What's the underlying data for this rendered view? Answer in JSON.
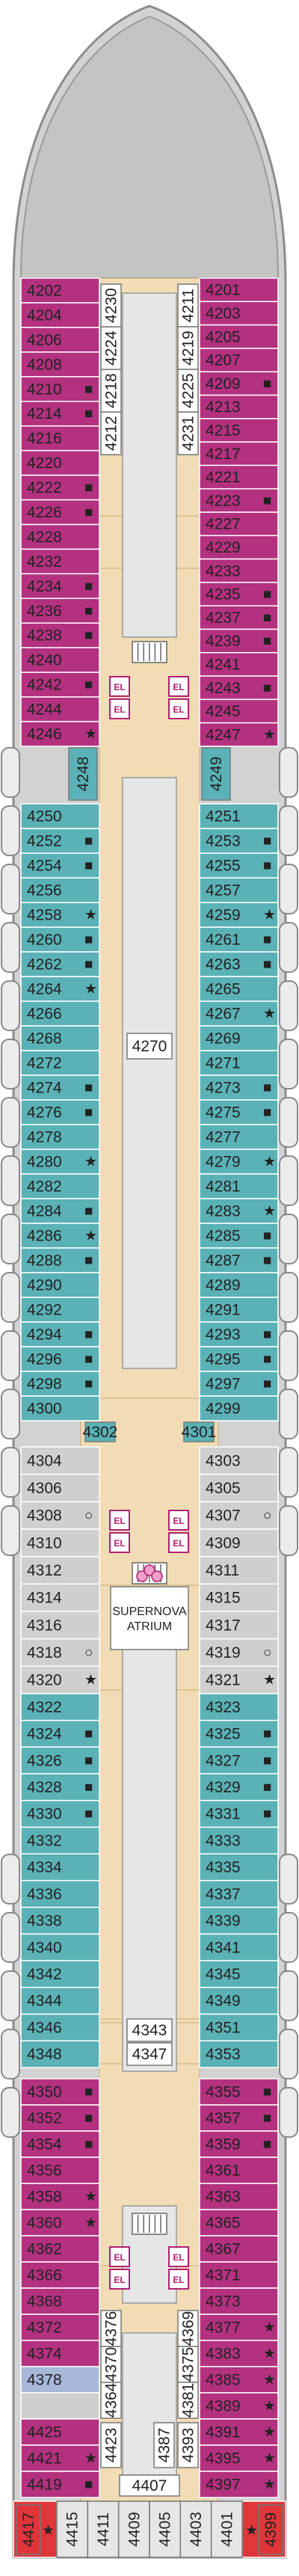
{
  "colors": {
    "purple": "#b3317f",
    "teal": "#5ab2b6",
    "gray": "#cfcfcf",
    "light_gray": "#e6e6e6",
    "blue": "#a7b8d8",
    "red": "#e0363a",
    "corridor": "#f1dcb5",
    "hull": "#d2d2d2",
    "text": "#222222"
  },
  "atrium": {
    "line1": "SUPERNOVA",
    "line2": "ATRIUM"
  },
  "elevator_label": "EL",
  "section_a": {
    "left": [
      {
        "n": "4202",
        "s": ""
      },
      {
        "n": "4204",
        "s": ""
      },
      {
        "n": "4206",
        "s": ""
      },
      {
        "n": "4208",
        "s": ""
      },
      {
        "n": "4210",
        "s": "■"
      },
      {
        "n": "4214",
        "s": "■"
      },
      {
        "n": "4216",
        "s": ""
      },
      {
        "n": "4220",
        "s": ""
      },
      {
        "n": "4222",
        "s": "■"
      },
      {
        "n": "4226",
        "s": "■"
      },
      {
        "n": "4228",
        "s": ""
      },
      {
        "n": "4232",
        "s": ""
      },
      {
        "n": "4234",
        "s": "■"
      },
      {
        "n": "4236",
        "s": "■"
      },
      {
        "n": "4238",
        "s": "■"
      },
      {
        "n": "4240",
        "s": ""
      },
      {
        "n": "4242",
        "s": "■"
      },
      {
        "n": "4244",
        "s": ""
      },
      {
        "n": "4246",
        "s": "★"
      }
    ],
    "right": [
      {
        "n": "4201",
        "s": ""
      },
      {
        "n": "4203",
        "s": ""
      },
      {
        "n": "4205",
        "s": ""
      },
      {
        "n": "4207",
        "s": ""
      },
      {
        "n": "4209",
        "s": "■"
      },
      {
        "n": "4213",
        "s": ""
      },
      {
        "n": "4215",
        "s": ""
      },
      {
        "n": "4217",
        "s": ""
      },
      {
        "n": "4221",
        "s": ""
      },
      {
        "n": "4223",
        "s": "■"
      },
      {
        "n": "4227",
        "s": ""
      },
      {
        "n": "4229",
        "s": ""
      },
      {
        "n": "4233",
        "s": ""
      },
      {
        "n": "4235",
        "s": "■"
      },
      {
        "n": "4237",
        "s": "■"
      },
      {
        "n": "4239",
        "s": "■"
      },
      {
        "n": "4241",
        "s": ""
      },
      {
        "n": "4243",
        "s": "■"
      },
      {
        "n": "4245",
        "s": ""
      },
      {
        "n": "4247",
        "s": "★"
      }
    ],
    "inner_left": [
      "4212",
      "4218",
      "4224",
      "4230"
    ],
    "inner_right": [
      "4211",
      "4219",
      "4225",
      "4231"
    ]
  },
  "section_b": {
    "top_left": "4248",
    "top_right": "4249",
    "center": "4270",
    "left": [
      {
        "n": "4250",
        "s": ""
      },
      {
        "n": "4252",
        "s": "■"
      },
      {
        "n": "4254",
        "s": "■"
      },
      {
        "n": "4256",
        "s": ""
      },
      {
        "n": "4258",
        "s": "★"
      },
      {
        "n": "4260",
        "s": "■"
      },
      {
        "n": "4262",
        "s": "■"
      },
      {
        "n": "4264",
        "s": "★"
      },
      {
        "n": "4266",
        "s": ""
      },
      {
        "n": "4268",
        "s": ""
      },
      {
        "n": "4272",
        "s": ""
      },
      {
        "n": "4274",
        "s": "■"
      },
      {
        "n": "4276",
        "s": "■"
      },
      {
        "n": "4278",
        "s": ""
      },
      {
        "n": "4280",
        "s": "★"
      },
      {
        "n": "4282",
        "s": ""
      },
      {
        "n": "4284",
        "s": "■"
      },
      {
        "n": "4286",
        "s": "★"
      },
      {
        "n": "4288",
        "s": "■"
      },
      {
        "n": "4290",
        "s": ""
      },
      {
        "n": "4292",
        "s": ""
      },
      {
        "n": "4294",
        "s": "■"
      },
      {
        "n": "4296",
        "s": "■"
      },
      {
        "n": "4298",
        "s": "■"
      },
      {
        "n": "4300",
        "s": ""
      }
    ],
    "right": [
      {
        "n": "4251",
        "s": ""
      },
      {
        "n": "4253",
        "s": "■"
      },
      {
        "n": "4255",
        "s": "■"
      },
      {
        "n": "4257",
        "s": ""
      },
      {
        "n": "4259",
        "s": "★"
      },
      {
        "n": "4261",
        "s": "■"
      },
      {
        "n": "4263",
        "s": "■"
      },
      {
        "n": "4265",
        "s": ""
      },
      {
        "n": "4267",
        "s": "★"
      },
      {
        "n": "4269",
        "s": ""
      },
      {
        "n": "4271",
        "s": ""
      },
      {
        "n": "4273",
        "s": "■"
      },
      {
        "n": "4275",
        "s": "■"
      },
      {
        "n": "4277",
        "s": ""
      },
      {
        "n": "4279",
        "s": "★"
      },
      {
        "n": "4281",
        "s": ""
      },
      {
        "n": "4283",
        "s": "★"
      },
      {
        "n": "4285",
        "s": "■"
      },
      {
        "n": "4287",
        "s": "■"
      },
      {
        "n": "4289",
        "s": ""
      },
      {
        "n": "4291",
        "s": ""
      },
      {
        "n": "4293",
        "s": "■"
      },
      {
        "n": "4295",
        "s": "■"
      },
      {
        "n": "4297",
        "s": "■"
      },
      {
        "n": "4299",
        "s": ""
      }
    ],
    "bottom_left": "4302",
    "bottom_right": "4301"
  },
  "section_c": {
    "left": [
      {
        "n": "4304",
        "s": ""
      },
      {
        "n": "4306",
        "s": ""
      },
      {
        "n": "4308",
        "s": "○"
      },
      {
        "n": "4310",
        "s": ""
      },
      {
        "n": "4312",
        "s": ""
      },
      {
        "n": "4314",
        "s": ""
      },
      {
        "n": "4316",
        "s": ""
      },
      {
        "n": "4318",
        "s": "○"
      },
      {
        "n": "4320",
        "s": "★"
      }
    ],
    "right": [
      {
        "n": "4303",
        "s": ""
      },
      {
        "n": "4305",
        "s": ""
      },
      {
        "n": "4307",
        "s": "○"
      },
      {
        "n": "4309",
        "s": ""
      },
      {
        "n": "4311",
        "s": ""
      },
      {
        "n": "4315",
        "s": ""
      },
      {
        "n": "4317",
        "s": ""
      },
      {
        "n": "4319",
        "s": "○"
      },
      {
        "n": "4321",
        "s": "★"
      }
    ]
  },
  "section_d": {
    "left": [
      {
        "n": "4322",
        "s": ""
      },
      {
        "n": "4324",
        "s": "■"
      },
      {
        "n": "4326",
        "s": "■"
      },
      {
        "n": "4328",
        "s": "■"
      },
      {
        "n": "4330",
        "s": "■"
      },
      {
        "n": "4332",
        "s": ""
      },
      {
        "n": "4334",
        "s": ""
      },
      {
        "n": "4336",
        "s": ""
      },
      {
        "n": "4338",
        "s": ""
      },
      {
        "n": "4340",
        "s": ""
      },
      {
        "n": "4342",
        "s": ""
      },
      {
        "n": "4344",
        "s": ""
      },
      {
        "n": "4346",
        "s": ""
      },
      {
        "n": "4348",
        "s": ""
      }
    ],
    "right": [
      {
        "n": "4323",
        "s": ""
      },
      {
        "n": "4325",
        "s": "■"
      },
      {
        "n": "4327",
        "s": "■"
      },
      {
        "n": "4329",
        "s": "■"
      },
      {
        "n": "4331",
        "s": "■"
      },
      {
        "n": "4333",
        "s": ""
      },
      {
        "n": "4335",
        "s": ""
      },
      {
        "n": "4337",
        "s": ""
      },
      {
        "n": "4339",
        "s": ""
      },
      {
        "n": "4341",
        "s": ""
      },
      {
        "n": "4345",
        "s": ""
      },
      {
        "n": "4349",
        "s": ""
      },
      {
        "n": "4351",
        "s": ""
      },
      {
        "n": "4353",
        "s": ""
      }
    ],
    "center": [
      "4343",
      "4347"
    ]
  },
  "section_e": {
    "left": [
      {
        "n": "4350",
        "s": "■",
        "c": "purple"
      },
      {
        "n": "4352",
        "s": "■",
        "c": "purple"
      },
      {
        "n": "4354",
        "s": "■",
        "c": "purple"
      },
      {
        "n": "4356",
        "s": "",
        "c": "purple"
      },
      {
        "n": "4358",
        "s": "★",
        "c": "purple"
      },
      {
        "n": "4360",
        "s": "★",
        "c": "purple"
      },
      {
        "n": "4362",
        "s": "",
        "c": "purple"
      },
      {
        "n": "4366",
        "s": "",
        "c": "purple"
      },
      {
        "n": "4368",
        "s": "",
        "c": "purple"
      },
      {
        "n": "4372",
        "s": "",
        "c": "purple"
      },
      {
        "n": "4374",
        "s": "",
        "c": "purple"
      },
      {
        "n": "4378",
        "s": "",
        "c": "blue"
      },
      {
        "n": "",
        "s": "",
        "c": "gray"
      },
      {
        "n": "4425",
        "s": "",
        "c": "purple"
      },
      {
        "n": "4421",
        "s": "★",
        "c": "purple"
      },
      {
        "n": "4419",
        "s": "■",
        "c": "purple"
      }
    ],
    "right": [
      {
        "n": "4355",
        "s": "■",
        "c": "purple"
      },
      {
        "n": "4357",
        "s": "■",
        "c": "purple"
      },
      {
        "n": "4359",
        "s": "■",
        "c": "purple"
      },
      {
        "n": "4361",
        "s": "",
        "c": "purple"
      },
      {
        "n": "4363",
        "s": "",
        "c": "purple"
      },
      {
        "n": "4365",
        "s": "",
        "c": "purple"
      },
      {
        "n": "4367",
        "s": "",
        "c": "purple"
      },
      {
        "n": "4371",
        "s": "",
        "c": "purple"
      },
      {
        "n": "4373",
        "s": "",
        "c": "purple"
      },
      {
        "n": "4377",
        "s": "★",
        "c": "purple"
      },
      {
        "n": "4383",
        "s": "★",
        "c": "purple"
      },
      {
        "n": "4385",
        "s": "★",
        "c": "purple"
      },
      {
        "n": "4389",
        "s": "★",
        "c": "purple"
      },
      {
        "n": "4391",
        "s": "★",
        "c": "purple"
      },
      {
        "n": "4395",
        "s": "★",
        "c": "purple"
      },
      {
        "n": "4397",
        "s": "★",
        "c": "purple"
      }
    ],
    "inner_left": [
      "4364",
      "4370",
      "4376"
    ],
    "inner_right": [
      "4369",
      "4375",
      "4381"
    ],
    "inner_bottom_left": "4423",
    "inner_bottom_right": [
      "4387",
      "4393"
    ],
    "center": "4407"
  },
  "stern": {
    "left_red": "4417",
    "left_red_sym": "★",
    "right_red": "4399",
    "right_red_sym": "★",
    "cabins": [
      "4415",
      "4411",
      "4409",
      "4405",
      "4403",
      "4401"
    ]
  }
}
